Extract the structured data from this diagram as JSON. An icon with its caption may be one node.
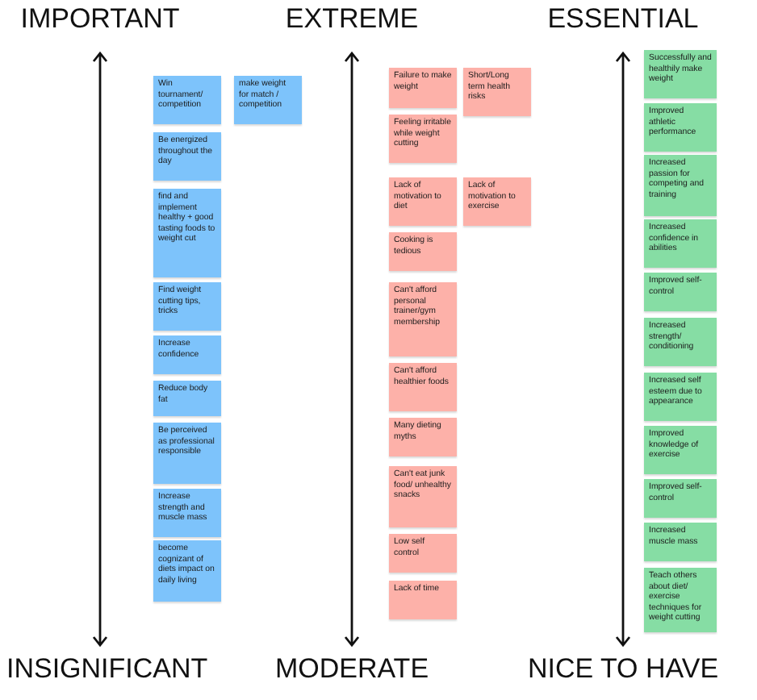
{
  "diagram": {
    "nodes": [
      {
        "text": [
          "Win tournament/ competition"
        ]
      },
      {
        "text": [
          "make weight for match / competition"
        ]
      },
      {
        "text": [
          "Be energized throughout the day"
        ]
      },
      {
        "text": [
          "find and implement healthy + good tasting foods to weight cut"
        ]
      },
      {
        "text": [
          "Find weight cutting tips, tricks"
        ]
      },
      {
        "text": [
          "Increase confidence"
        ]
      },
      {
        "text": [
          "Reduce body fat"
        ]
      },
      {
        "text": [
          "Be perceived as professional responsible"
        ]
      },
      {
        "text": [
          "Increase strength and muscle mass"
        ]
      },
      {
        "text": [
          "become cognizant of diets impact on daily living"
        ]
      },
      {
        "text": [
          "Failure to make weight"
        ]
      },
      {
        "text": [
          "Short/Long term health risks"
        ]
      },
      {
        "text": [
          "Feeling irritable while weight cutting"
        ]
      },
      {
        "text": [
          "Lack of motivation to diet"
        ]
      },
      {
        "text": [
          "Lack of motivation to exercise"
        ]
      },
      {
        "text": [
          "Cooking is tedious"
        ]
      },
      {
        "text": [
          "Can't afford personal trainer/gym membership"
        ]
      },
      {
        "text": [
          "Can't afford healthier foods"
        ]
      },
      {
        "text": [
          "Many dieting myths"
        ]
      },
      {
        "text": [
          "Can't eat junk food/ unhealthy snacks"
        ]
      },
      {
        "text": [
          "Low self control"
        ]
      },
      {
        "text": [
          "Lack of time"
        ]
      },
      {
        "text": [
          "Successfully and healthily make weight"
        ]
      },
      {
        "text": [
          "Improved athletic performance"
        ]
      },
      {
        "text": [
          "Increased passion for competing and training"
        ]
      },
      {
        "text": [
          "Increased confidence in abilities"
        ]
      },
      {
        "text": [
          "Improved self-control"
        ]
      },
      {
        "text": [
          "Increased strength/ conditioning"
        ]
      },
      {
        "text": [
          "Increased self esteem due to appearance"
        ]
      },
      {
        "text": [
          "Improved knowledge of exercise"
        ]
      },
      {
        "text": [
          "Improved self-control"
        ]
      },
      {
        "text": [
          "Increased muscle mass"
        ]
      },
      {
        "text": [
          "Teach others about diet/ exercise techniques for weight cutting"
        ]
      }
    ],
    "labels": [
      "IMPORTANT",
      "EXTREME",
      "ESSENTIAL",
      "INSIGNIFICANT",
      "MODERATE",
      "NICE TO HAVE"
    ]
  }
}
